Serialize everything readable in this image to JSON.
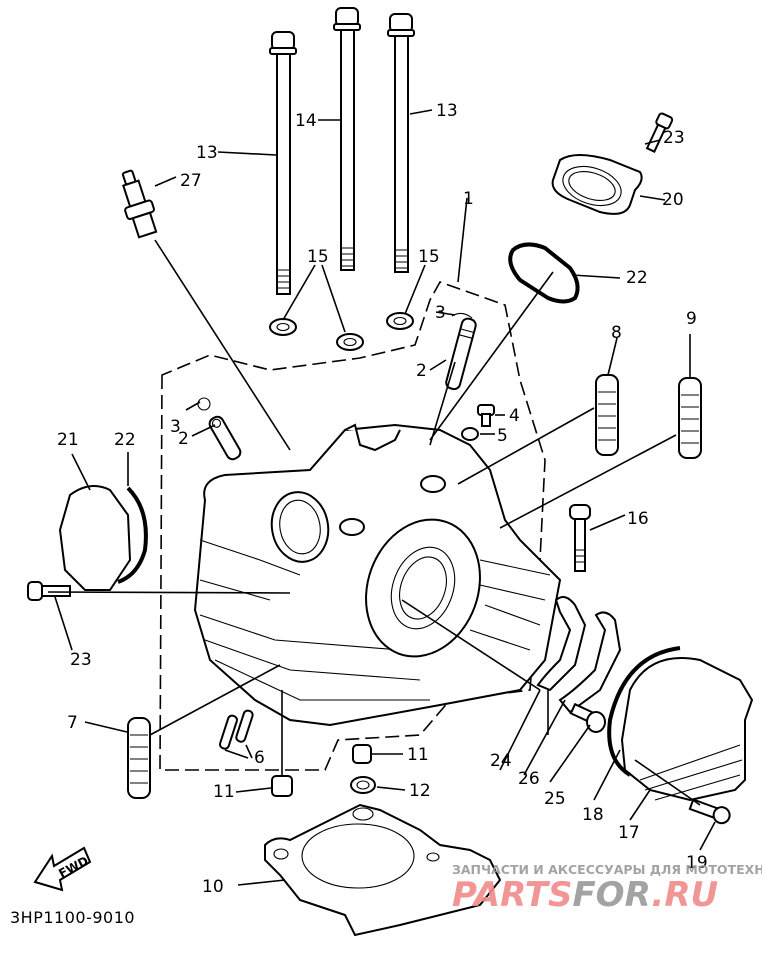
{
  "diagram": {
    "title": "Cylinder head exploded parts diagram",
    "catalog_code": "3HP1100-9010",
    "direction_marker": "FWD",
    "callouts": [
      {
        "id": "c1",
        "number": "1",
        "part": "cylinder-head-assembly"
      },
      {
        "id": "c2a",
        "number": "2",
        "part": "valve-guide"
      },
      {
        "id": "c2b",
        "number": "2",
        "part": "valve-guide"
      },
      {
        "id": "c3a",
        "number": "3",
        "part": "circlip"
      },
      {
        "id": "c3b",
        "number": "3",
        "part": "circlip"
      },
      {
        "id": "c4",
        "number": "4",
        "part": "bolt"
      },
      {
        "id": "c5",
        "number": "5",
        "part": "washer"
      },
      {
        "id": "c6",
        "number": "6",
        "part": "stud-bolts"
      },
      {
        "id": "c7",
        "number": "7",
        "part": "stud-bolt"
      },
      {
        "id": "c8",
        "number": "8",
        "part": "stud-bolt"
      },
      {
        "id": "c9",
        "number": "9",
        "part": "stud-bolt"
      },
      {
        "id": "c10",
        "number": "10",
        "part": "cylinder-head-gasket"
      },
      {
        "id": "c11a",
        "number": "11",
        "part": "dowel-pin"
      },
      {
        "id": "c11b",
        "number": "11",
        "part": "dowel-pin"
      },
      {
        "id": "c12",
        "number": "12",
        "part": "o-ring"
      },
      {
        "id": "c13a",
        "number": "13",
        "part": "head-bolt"
      },
      {
        "id": "c13b",
        "number": "13",
        "part": "head-bolt"
      },
      {
        "id": "c14",
        "number": "14",
        "part": "head-bolt"
      },
      {
        "id": "c15a",
        "number": "15",
        "part": "washer"
      },
      {
        "id": "c15b",
        "number": "15",
        "part": "washer"
      },
      {
        "id": "c16",
        "number": "16",
        "part": "bolt"
      },
      {
        "id": "c17",
        "number": "17",
        "part": "cover"
      },
      {
        "id": "c18",
        "number": "18",
        "part": "gasket"
      },
      {
        "id": "c19",
        "number": "19",
        "part": "bolt"
      },
      {
        "id": "c20",
        "number": "20",
        "part": "intake-joint"
      },
      {
        "id": "c21",
        "number": "21",
        "part": "cover"
      },
      {
        "id": "c22a",
        "number": "22",
        "part": "o-ring"
      },
      {
        "id": "c22b",
        "number": "22",
        "part": "o-ring"
      },
      {
        "id": "c23a",
        "number": "23",
        "part": "bolt"
      },
      {
        "id": "c23b",
        "number": "23",
        "part": "bolt"
      },
      {
        "id": "c24",
        "number": "24",
        "part": "bracket"
      },
      {
        "id": "c25",
        "number": "25",
        "part": "bolt"
      },
      {
        "id": "c26",
        "number": "26",
        "part": "bracket"
      },
      {
        "id": "c27",
        "number": "27",
        "part": "spark-plug"
      }
    ]
  },
  "watermark": {
    "tagline": "ЗАПЧАСТИ И АКСЕССУАРЫ ДЛЯ МОТОТЕХНИКИ",
    "brand_part1": "PARTS",
    "brand_part2": "FOR",
    "brand_part3": ".RU",
    "colors": {
      "red": "#f08a8a",
      "gray": "#9a9a9a"
    }
  }
}
